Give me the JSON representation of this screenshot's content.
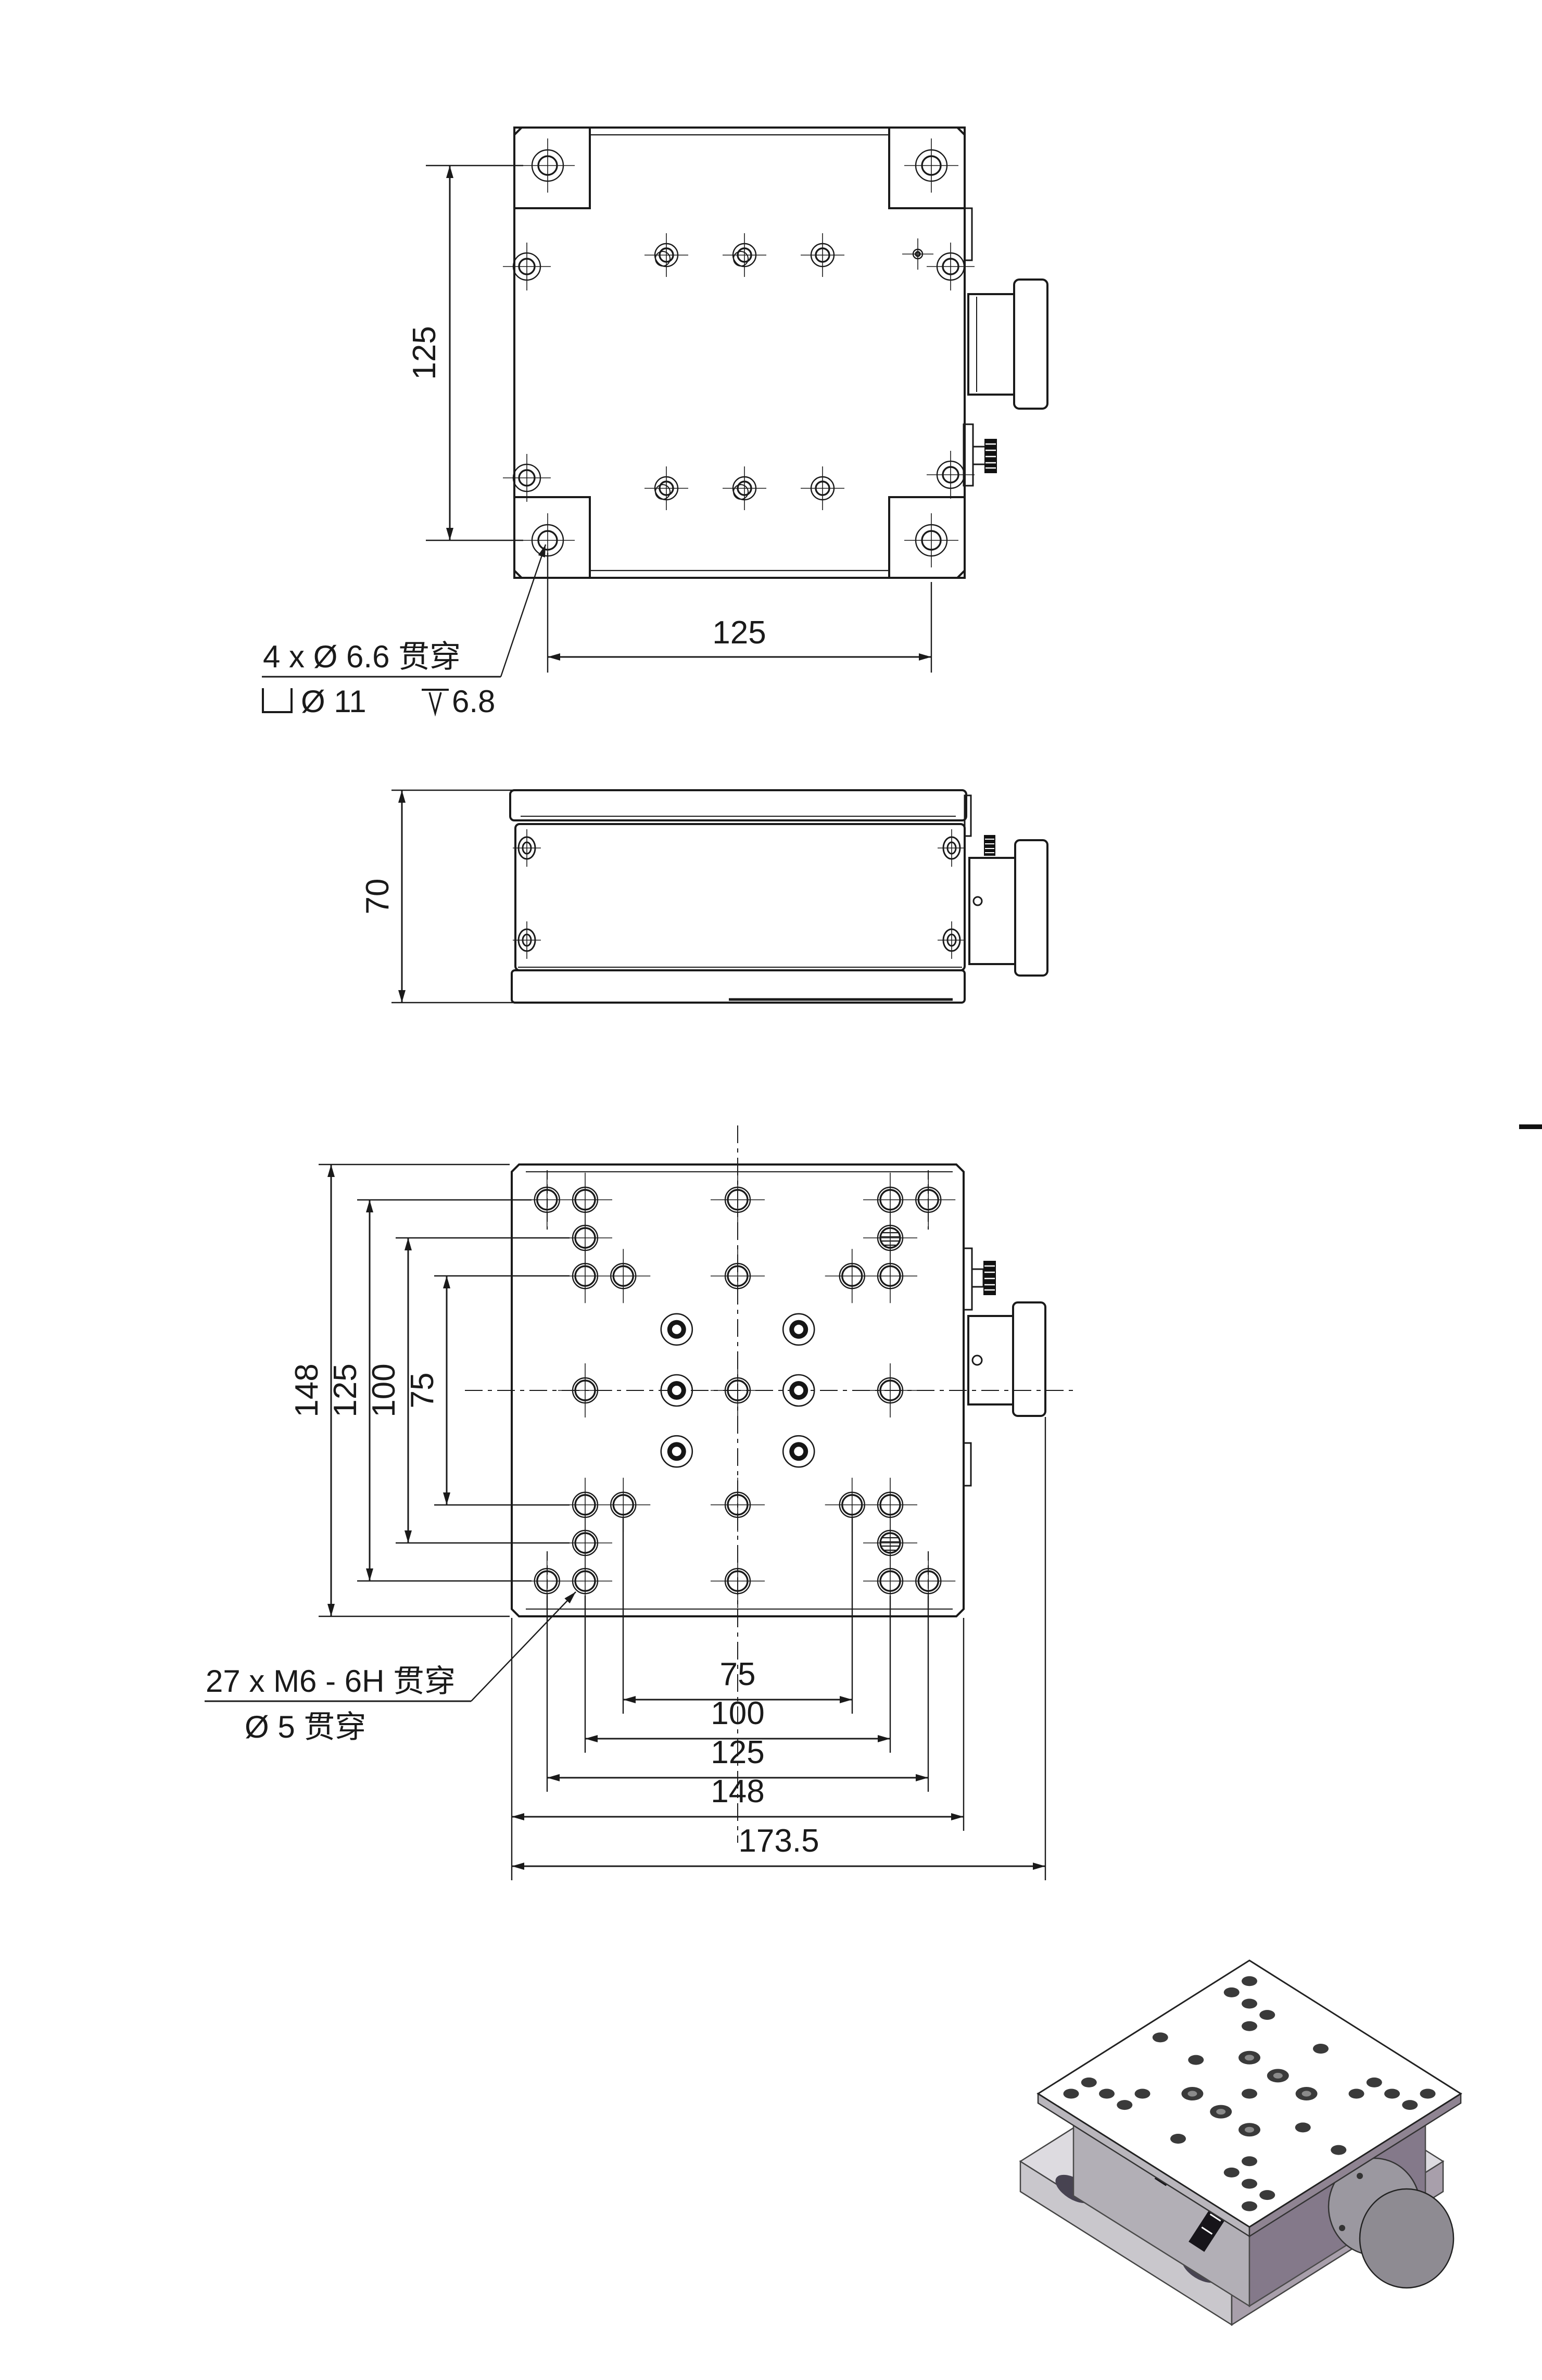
{
  "drawing_type": "engineering-drawing",
  "background": "#ffffff",
  "line_color": "#1a1a1a",
  "top_view": {
    "dim_vertical": "125",
    "dim_horizontal": "125",
    "callout_line1": "4 x Ø 6.6 贯穿",
    "callout_counterbore": "Ø 11",
    "callout_depth": "6.8"
  },
  "front_view": {
    "dim_height": "70"
  },
  "plan_view": {
    "dims_vertical": [
      "148",
      "125",
      "100",
      "75"
    ],
    "dims_horizontal": [
      "75",
      "100",
      "125",
      "148",
      "173.5"
    ],
    "callout_line1": "27 x M6 - 6H 贯穿",
    "callout_line2": "Ø 5 贯穿"
  },
  "iso_view": {
    "colors": {
      "top_face": "#ffffff",
      "plate_side_light": "#b9b6bc",
      "plate_side_dark": "#8f8492",
      "body_side_light": "#b2afb6",
      "body_side_dark": "#84798a",
      "base_top": "#dddbe0",
      "base_side_light": "#c9c7cc",
      "base_side_dark": "#a89fab",
      "knob": "#8e8b92",
      "knob_side": "#9b98a0",
      "hole": "#3a3a3a",
      "label_strip": "#17151a"
    }
  }
}
